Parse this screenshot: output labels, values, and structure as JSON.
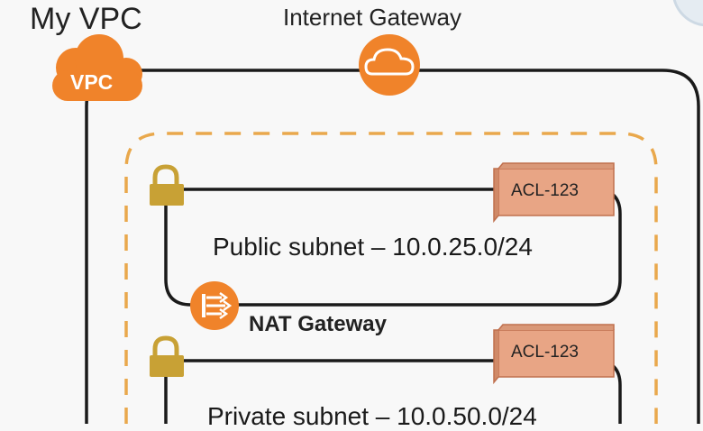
{
  "vpc": {
    "title": "My VPC",
    "badge": "VPC"
  },
  "internet_gateway": {
    "title": "Internet Gateway",
    "icon": "cloud-icon"
  },
  "public_subnet": {
    "label": "Public subnet – 10.0.25.0/24",
    "acl": "ACL-123"
  },
  "nat_gateway": {
    "label": "NAT Gateway",
    "icon": "nat-gateway-icon"
  },
  "private_subnet": {
    "label": "Private subnet – 10.0.50.0/24",
    "acl": "ACL-123"
  },
  "colors": {
    "aws_orange": "#f0832a",
    "acl_fill": "#e8a585",
    "acl_border": "#c0704e",
    "lock": "#c8a135",
    "dash": "#e9a84c",
    "line": "#1a1a1a"
  }
}
